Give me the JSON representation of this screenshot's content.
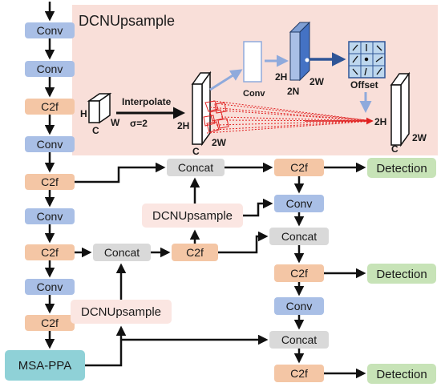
{
  "colors": {
    "conv": "#a9bfe6",
    "c2f": "#f4c6a5",
    "concat": "#d9d9d9",
    "detection": "#c7e3b7",
    "dcnupsample": "#fbe6e2",
    "msa_ppa": "#8fd1d7",
    "panel": "#f9dfd9"
  },
  "backbone": [
    {
      "kind": "conv",
      "label": "Conv"
    },
    {
      "kind": "conv",
      "label": "Conv"
    },
    {
      "kind": "c2f",
      "label": "C2f"
    },
    {
      "kind": "conv",
      "label": "Conv"
    },
    {
      "kind": "c2f",
      "label": "C2f"
    },
    {
      "kind": "conv",
      "label": "Conv"
    },
    {
      "kind": "c2f",
      "label": "C2f"
    },
    {
      "kind": "conv",
      "label": "Conv"
    },
    {
      "kind": "c2f",
      "label": "C2f"
    }
  ],
  "msa_ppa": "MSA-PPA",
  "neck": {
    "dcn_low": "DCNUpsample",
    "concat_low": "Concat",
    "c2f_low": "C2f",
    "dcn_high": "DCNUpsample",
    "concat_top": "Concat"
  },
  "head": {
    "c2f_top": "C2f",
    "conv_1": "Conv",
    "concat_2": "Concat",
    "c2f_2": "C2f",
    "conv_2": "Conv",
    "concat_3": "Concat",
    "c2f_3": "C2f"
  },
  "detections": [
    "Detection",
    "Detection",
    "Detection"
  ],
  "inset": {
    "title": "DCNUpsample",
    "input_h": "H",
    "input_c": "C",
    "input_w": "W",
    "interpolate": "Interpolate",
    "sigma": "σ=2",
    "mid_h": "2H",
    "mid_c": "C",
    "mid_w": "2W",
    "conv": "Conv",
    "offset_2h": "2H",
    "offset_2n": "2N",
    "offset_2w": "2W",
    "offset": "Offset",
    "out_h": "2H",
    "out_c": "C",
    "out_w": "2W"
  }
}
